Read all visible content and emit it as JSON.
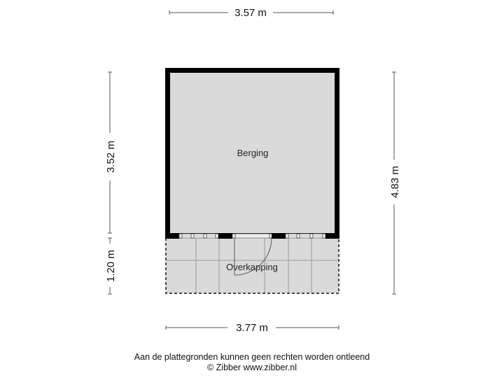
{
  "plan": {
    "rooms": [
      {
        "name": "Berging"
      },
      {
        "name": "Overkapping"
      }
    ],
    "dimensions": {
      "top": "3.57 m",
      "bottom": "3.77 m",
      "left_upper": "3.52 m",
      "left_lower": "1.20 m",
      "right": "4.83 m"
    },
    "colors": {
      "wall": "#000000",
      "room_fill": "#dadada",
      "grid_line": "#9a9a9a",
      "dim_line": "#555555"
    }
  },
  "footer": {
    "disclaimer": "Aan de plattegronden kunnen geen rechten worden ontleend",
    "copyright": "© Zibber www.zibber.nl"
  }
}
